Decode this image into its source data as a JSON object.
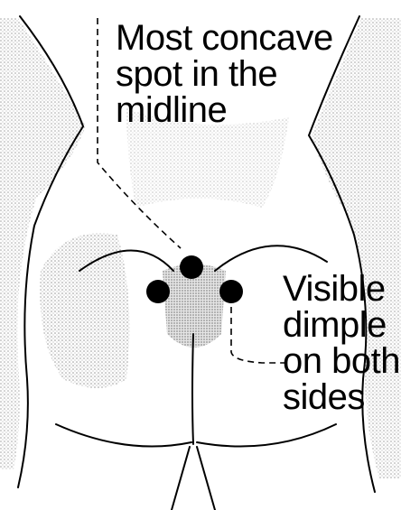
{
  "annotations": {
    "top_label": {
      "lines": [
        "Most concave",
        "spot in the",
        "midline"
      ]
    },
    "side_label": {
      "lines": [
        "Visible",
        "dimple",
        "on both",
        "sides"
      ]
    }
  },
  "colors": {
    "ink": "#000000",
    "shading": "#7a7a7a",
    "background": "#ffffff"
  },
  "markers": {
    "dot_count": 3
  }
}
